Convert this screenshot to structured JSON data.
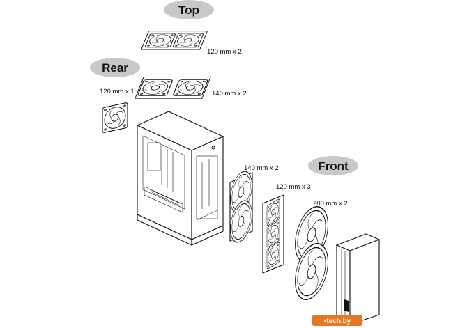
{
  "labels": {
    "top": "Top",
    "rear": "Rear",
    "front": "Front"
  },
  "dimensions": {
    "top_fans": "120 mm x 2",
    "rear_fan": "120 mm x 1",
    "top_fans_alt": "140 mm x 2",
    "front_fans_140": "140 mm x 2",
    "front_fans_120": "120 mm x 3",
    "front_fans_200": "200 mm x 2"
  },
  "watermark": {
    "text": "•tech.by"
  },
  "colors": {
    "badge": "#c8c8c8",
    "line": "#111111",
    "watermark_bg": "#e87722"
  }
}
